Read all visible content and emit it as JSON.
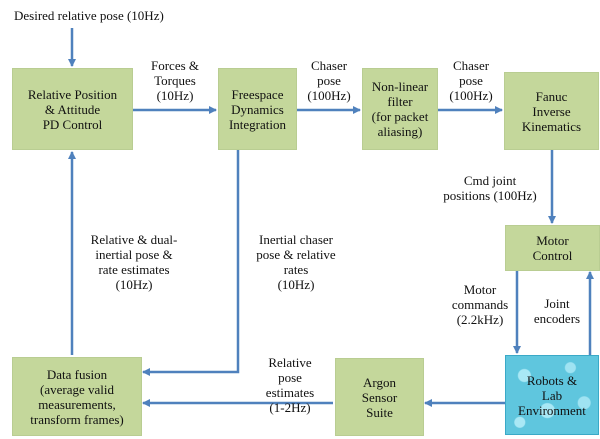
{
  "colors": {
    "box_fill": "#c4d79b",
    "box_border": "#b9cd92",
    "arrow": "#4f81bd",
    "robot_fill": "#5fc6de"
  },
  "nodes": {
    "pd_control": "Relative Position\n& Attitude\nPD Control",
    "dynamics": "Freespace\nDynamics\nIntegration",
    "filter": "Non-linear\nfilter\n(for packet\naliasing)",
    "kinematics": "Fanuc\nInverse\nKinematics",
    "motor_control": "Motor\nControl",
    "robots": "Robots &\nLab\nEnvironment",
    "argon": "Argon\nSensor\nSuite",
    "fusion": "Data fusion\n(average valid\nmeasurements,\ntransform frames)"
  },
  "edge_labels": {
    "desired_pose": "Desired relative pose (10Hz)",
    "forces": "Forces &\nTorques\n(10Hz)",
    "chaser_pose_1": "Chaser\npose\n(100Hz)",
    "chaser_pose_2": "Chaser\npose\n(100Hz)",
    "cmd_joint": "Cmd joint\npositions (100Hz)",
    "motor_commands": "Motor\ncommands\n(2.2kHz)",
    "joint_encoders": "Joint\nencoders",
    "relative_pose": "Relative\npose\nestimates\n(1-2Hz)",
    "inertial_chaser": "Inertial chaser\npose & relative\nrates\n(10Hz)",
    "dual_inertial": "Relative & dual-\ninertial pose &\nrate estimates\n(10Hz)"
  }
}
